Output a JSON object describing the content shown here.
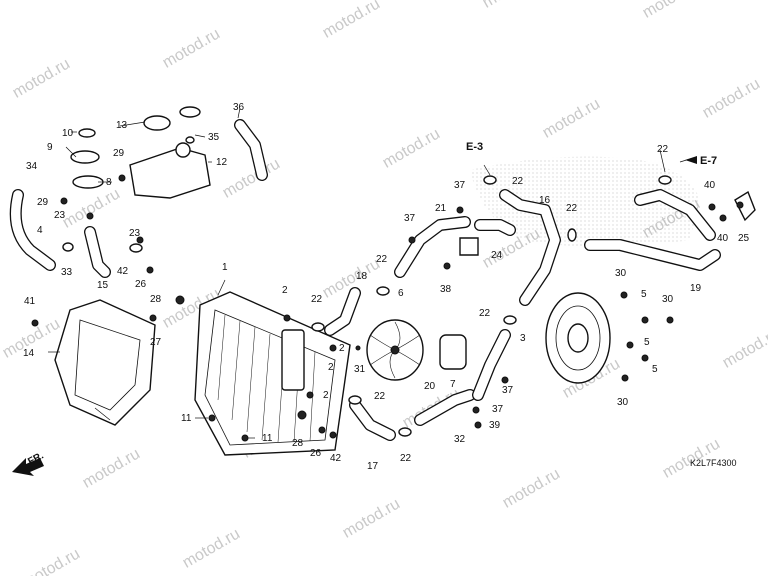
{
  "diagram": {
    "code": "K2L7F4300",
    "front_arrow_label": "FR.",
    "references": [
      {
        "id": "ref-e3",
        "text": "E-3"
      },
      {
        "id": "ref-e7",
        "text": "E-7"
      }
    ],
    "callouts": [
      "1",
      "2",
      "3",
      "4",
      "5",
      "6",
      "7",
      "8",
      "9",
      "10",
      "11",
      "12",
      "13",
      "14",
      "15",
      "16",
      "17",
      "18",
      "19",
      "20",
      "21",
      "22",
      "23",
      "24",
      "25",
      "26",
      "27",
      "28",
      "29",
      "30",
      "31",
      "32",
      "33",
      "34",
      "35",
      "36",
      "37",
      "38",
      "39",
      "40",
      "41",
      "42"
    ],
    "watermark": "motod.ru"
  }
}
